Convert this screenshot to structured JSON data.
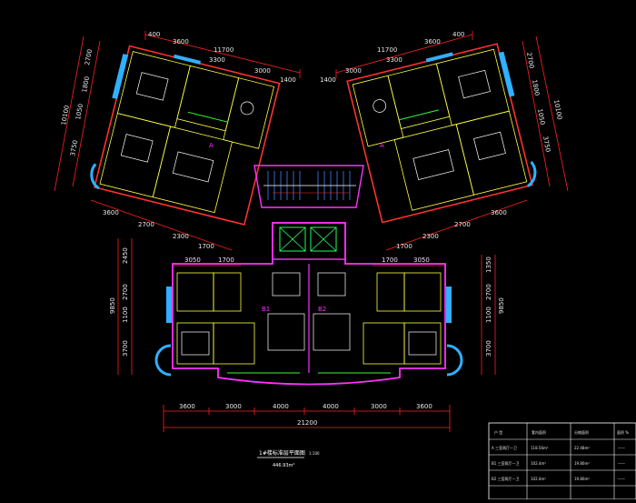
{
  "colors": {
    "background": "#000000",
    "dimension": "#ff2020",
    "wall": "#ff3030",
    "partition": "#ffff40",
    "window": "#30b0ff",
    "column": "#ff30ff",
    "furniture": "#ffffff",
    "elevator": "#20ff60",
    "stair": "#4080ff",
    "green": "#30ff30"
  },
  "dimensions": {
    "top_left": [
      "400",
      "3600",
      "11700",
      "3300",
      "3000",
      "1400"
    ],
    "top_right": [
      "11700",
      "3600",
      "400",
      "1400",
      "3000",
      "3300"
    ],
    "left_wing_vertical": [
      "2700",
      "1800",
      "10100",
      "1050",
      "3750"
    ],
    "right_wing_vertical": [
      "2700",
      "1800",
      "10100",
      "1050",
      "3750"
    ],
    "left_wing_bottom": [
      "3600",
      "2700",
      "2300",
      "1700"
    ],
    "right_wing_bottom": [
      "1700",
      "2300",
      "2700",
      "3600"
    ],
    "lower_top_left": [
      "3050",
      "1700"
    ],
    "lower_top_right": [
      "1700",
      "3050"
    ],
    "lower_left_vertical": [
      "2450",
      "9850",
      "2700",
      "1100",
      "3700"
    ],
    "lower_right_vertical": [
      "1350",
      "2700",
      "9850",
      "1100",
      "3700"
    ],
    "bottom_row": [
      "3600",
      "3000",
      "4000",
      "4000",
      "3000",
      "3600"
    ],
    "bottom_total": "21200"
  },
  "unit_labels": {
    "unit_a_left": "A",
    "unit_a_right": "A",
    "unit_b1": "B1",
    "unit_b2": "B2"
  },
  "plan_title": "1#楼标准层平面图",
  "plan_scale": "1:100",
  "plan_area": "446.93m²",
  "area_table": {
    "headers": [
      "户 型",
      "套内面积",
      "分摊面积",
      "面积 %"
    ],
    "rows": [
      [
        "A 三室两厅一卫",
        "118.56m²",
        "22.48m²",
        "——"
      ],
      [
        "B1 三室两厅一卫",
        "102.4m²",
        "19.80m²",
        "——"
      ],
      [
        "B2 三室两厅一卫",
        "102.4m²",
        "19.80m²",
        "——"
      ]
    ]
  }
}
